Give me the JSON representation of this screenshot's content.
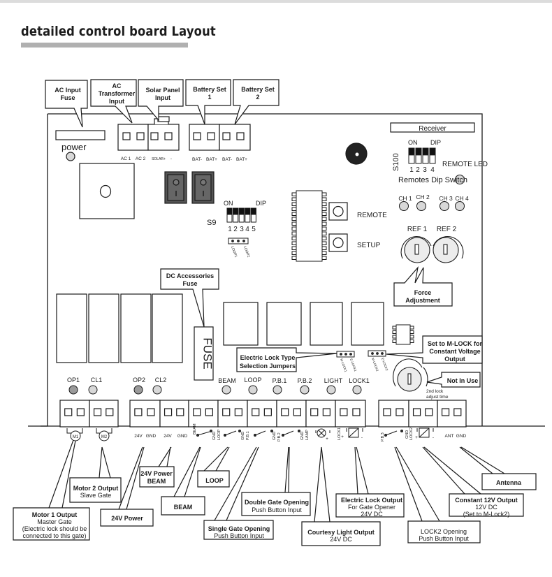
{
  "title": "detailed control board Layout",
  "board": {
    "power_label": "power",
    "receiver_label": "Receiver",
    "terminal_labels_top": {
      "ac1": "AC 1",
      "ac2": "AC 2",
      "solar_plus": "SOLAR+",
      "solar_minus": "-",
      "bat1_minus": "BAT-",
      "bat1_plus": "BAT+",
      "bat2_minus": "BAT-",
      "bat2_plus": "BAT+"
    },
    "s100": {
      "name": "S100",
      "on": "ON",
      "dip": "DIP",
      "numbers": [
        "1",
        "2",
        "3",
        "4"
      ],
      "caption": "Remotes Dip Switch",
      "remote_led": "REMOTE LED"
    },
    "s9": {
      "name": "S9",
      "on": "ON",
      "dip": "DIP",
      "numbers": [
        "1",
        "2",
        "3",
        "4",
        "5"
      ]
    },
    "loop_jumper_labels": [
      "LOOP1",
      "LOOP2"
    ],
    "buttons": {
      "remote": "REMOTE",
      "setup": "SETUP"
    },
    "channels": [
      "CH 1",
      "CH 2",
      "CH 3",
      "CH 4"
    ],
    "ref": [
      "REF 1",
      "REF 2"
    ],
    "fuse_label": "FUSE",
    "lock_jumper_labels": [
      "M-LOCK1",
      "E-LOCK1",
      "M-LOCK2",
      "E-LOCK2"
    ],
    "lock_adjust_label": [
      "2nd lock",
      "adjust time"
    ],
    "leds_left": [
      "OP1",
      "CL1",
      "OP2",
      "CL2"
    ],
    "leds_right": [
      "BEAM",
      "LOOP",
      "P.B.1",
      "P.B.2",
      "LIGHT",
      "LOCK1"
    ],
    "motor_labels": [
      "M1",
      "M2"
    ],
    "terminal_labels_bottom": {
      "p1_24v": "24V",
      "p1_gnd": "GND",
      "p2_24v": "24V",
      "p2_gnd": "GND",
      "beam": "BEAM",
      "gnd_loop": "GND",
      "loop": "LOOP",
      "gnd_pb1": "GND",
      "pb1": "P.B.1",
      "gnd_pb2": "GND",
      "pb2": "P.B.2",
      "gnd_lamp": "GND",
      "lamp": "LAMP",
      "lock1": "LOCK1",
      "plus": "+",
      "minus": "-",
      "pb3": "P.B.3",
      "gnd_lock2": "GND",
      "lock2": "LOCK2",
      "ant": "ANT",
      "ant_gnd": "GND"
    }
  },
  "callouts": {
    "ac_input_fuse": [
      "AC Input",
      "Fuse"
    ],
    "ac_transformer": [
      "AC",
      "Transformer",
      "Input"
    ],
    "solar_panel": [
      "Solar Panel",
      "Input"
    ],
    "battery_set_1": [
      "Battery Set",
      "1"
    ],
    "battery_set_2": [
      "Battery Set",
      "2"
    ],
    "force_adjustment": [
      "Force",
      "Adjustment"
    ],
    "dc_accessories_fuse": [
      "DC Accessories",
      "Fuse"
    ],
    "electric_lock_type": [
      "Electric Lock Type",
      "Selection Jumpers"
    ],
    "set_to_mlock": [
      "Set to M-LOCK for",
      "Constant Voltage",
      "Output"
    ],
    "not_in_use": "Not In Use",
    "motor1": {
      "title": "Motor 1 Output",
      "lines": [
        "Master Gate",
        "(Electric lock should be",
        "connected to this gate)"
      ]
    },
    "motor2": {
      "title": "Motor 2 Output",
      "lines": [
        "Slave Gate"
      ]
    },
    "power_24v": "24V Power",
    "power_24v_beam": [
      "24V Power",
      "BEAM"
    ],
    "beam": "BEAM",
    "loop": "LOOP",
    "single_gate": {
      "title": "Single Gate Opening",
      "lines": [
        "Push Button Input"
      ]
    },
    "double_gate": {
      "title": "Double Gate Opening",
      "lines": [
        "Push Button Input"
      ]
    },
    "courtesy_light": {
      "title": "Courtesy Light Output",
      "lines": [
        "24V DC"
      ]
    },
    "electric_lock": {
      "title": "Electric Lock Output",
      "lines": [
        "For Gate Opener",
        "24V DC"
      ]
    },
    "lock2_opening": {
      "title": "",
      "lines": [
        "LOCK2 Opening",
        "Push Button Input"
      ]
    },
    "constant_12v": {
      "title": "Constant 12V Output",
      "lines": [
        "12V DC",
        "(Set to M-Lock2)"
      ]
    },
    "antenna": "Antenna"
  }
}
